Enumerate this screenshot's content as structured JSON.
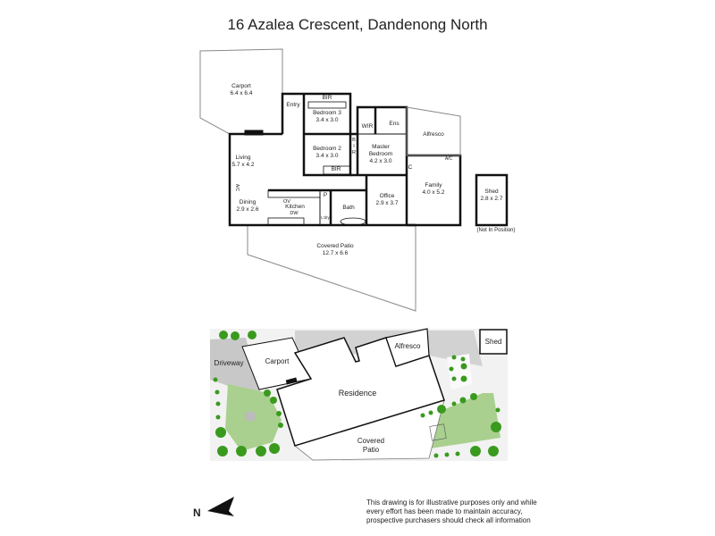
{
  "title": "16 Azalea Crescent, Dandenong North",
  "floor_plan": {
    "rooms": {
      "carport": {
        "name": "Carport",
        "size": "6.4 x 6.4"
      },
      "entry": {
        "name": "Entry"
      },
      "bedroom3": {
        "name": "Bedroom 3",
        "size": "3.4 x 3.0"
      },
      "bedroom3_bir": {
        "name": "BIR"
      },
      "bedroom2": {
        "name": "Bedroom 2",
        "size": "3.4 x 3.0"
      },
      "bedroom2_bir": {
        "name": "BIR"
      },
      "bir_vertical": {
        "name": "B I R"
      },
      "wir": {
        "name": "WIR"
      },
      "ens": {
        "name": "Ens"
      },
      "master": {
        "name": "Master Bedroom",
        "size": "4.2 x 3.0"
      },
      "alfresco": {
        "name": "Alfresco"
      },
      "living": {
        "name": "Living",
        "size": "5.7 x 4.2"
      },
      "family": {
        "name": "Family",
        "size": "4.0 x 5.2"
      },
      "family_ac": {
        "name": "A/C"
      },
      "linen": {
        "name": "C"
      },
      "living_ac": {
        "name": "A/C"
      },
      "dining": {
        "name": "Dining",
        "size": "2.9 x 2.6"
      },
      "kitchen": {
        "name": "Kitchen"
      },
      "oven": {
        "name": "OV"
      },
      "dishwasher": {
        "name": "DW"
      },
      "pantry": {
        "name": "P"
      },
      "laundry": {
        "name": "L'dry"
      },
      "bath": {
        "name": "Bath"
      },
      "office": {
        "name": "Office",
        "size": "2.9 x 3.7"
      },
      "patio": {
        "name": "Covered Patio",
        "size": "12.7 x 6.6"
      },
      "shed": {
        "name": "Shed",
        "size": "2.8 x 2.7"
      },
      "shed_note": "(Not In Position)"
    }
  },
  "site_plan": {
    "driveway": "Driveway",
    "carport": "Carport",
    "residence": "Residence",
    "alfresco": "Alfresco",
    "shed": "Shed",
    "patio": "Covered Patio"
  },
  "north_label": "N",
  "disclaimer": {
    "line1": "This drawing is for illustrative purposes only and while",
    "line2": "every effort has been made to maintain accuracy,",
    "line3": "prospective purchasers should check all information"
  },
  "colors": {
    "wall": "#111111",
    "lawn": "#a9d08e",
    "tree": "#3a9a1e",
    "paving": "#cfcfcf"
  }
}
